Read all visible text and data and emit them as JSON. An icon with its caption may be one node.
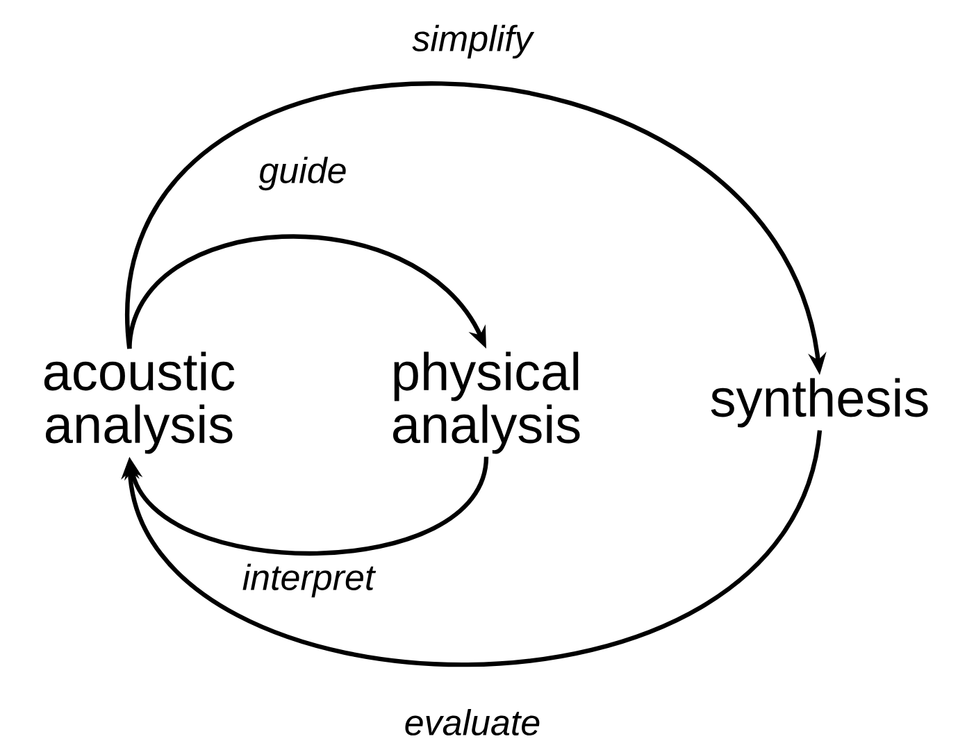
{
  "diagram": {
    "nodes": [
      {
        "text": [
          "acoustic analysis"
        ]
      },
      {
        "text": [
          "physical analysis"
        ]
      },
      {
        "text": [
          "synthesis"
        ]
      }
    ],
    "edges": [
      {
        "from": 0,
        "to": 1,
        "arrow": "to",
        "label": "guide"
      },
      {
        "from": 1,
        "to": 0,
        "arrow": "to",
        "label": "interpret"
      },
      {
        "from": 0,
        "to": 2,
        "arrow": "to",
        "label": "simplify"
      },
      {
        "from": 2,
        "to": 0,
        "arrow": "to",
        "label": "evaluate"
      }
    ]
  }
}
